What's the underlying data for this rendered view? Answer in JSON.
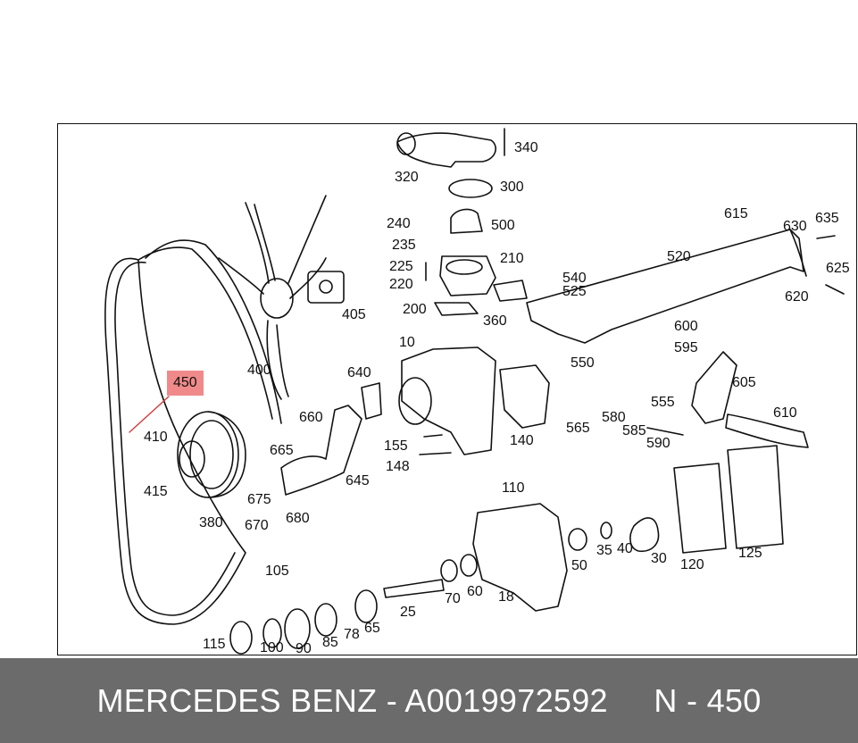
{
  "diagram": {
    "highlight_label": "450",
    "highlight_color": "#f08a8a",
    "part_numbers": [
      "340",
      "320",
      "300",
      "240",
      "235",
      "500",
      "225",
      "220",
      "210",
      "200",
      "360",
      "540",
      "525",
      "615",
      "630",
      "635",
      "520",
      "625",
      "620",
      "600",
      "595",
      "605",
      "10",
      "405",
      "400",
      "640",
      "660",
      "665",
      "645",
      "155",
      "148",
      "140",
      "550",
      "565",
      "580",
      "555",
      "585",
      "590",
      "610",
      "410",
      "415",
      "380",
      "675",
      "670",
      "680",
      "110",
      "50",
      "35",
      "40",
      "30",
      "120",
      "125",
      "105",
      "115",
      "100",
      "90",
      "85",
      "78",
      "65",
      "25",
      "70",
      "60",
      "18"
    ]
  },
  "footer": {
    "brand": "MERCEDES BENZ",
    "separator": "-",
    "part_number": "A0019972592",
    "position_prefix": "N -",
    "position_number": "450",
    "bar_color": "#6b6b6b"
  }
}
